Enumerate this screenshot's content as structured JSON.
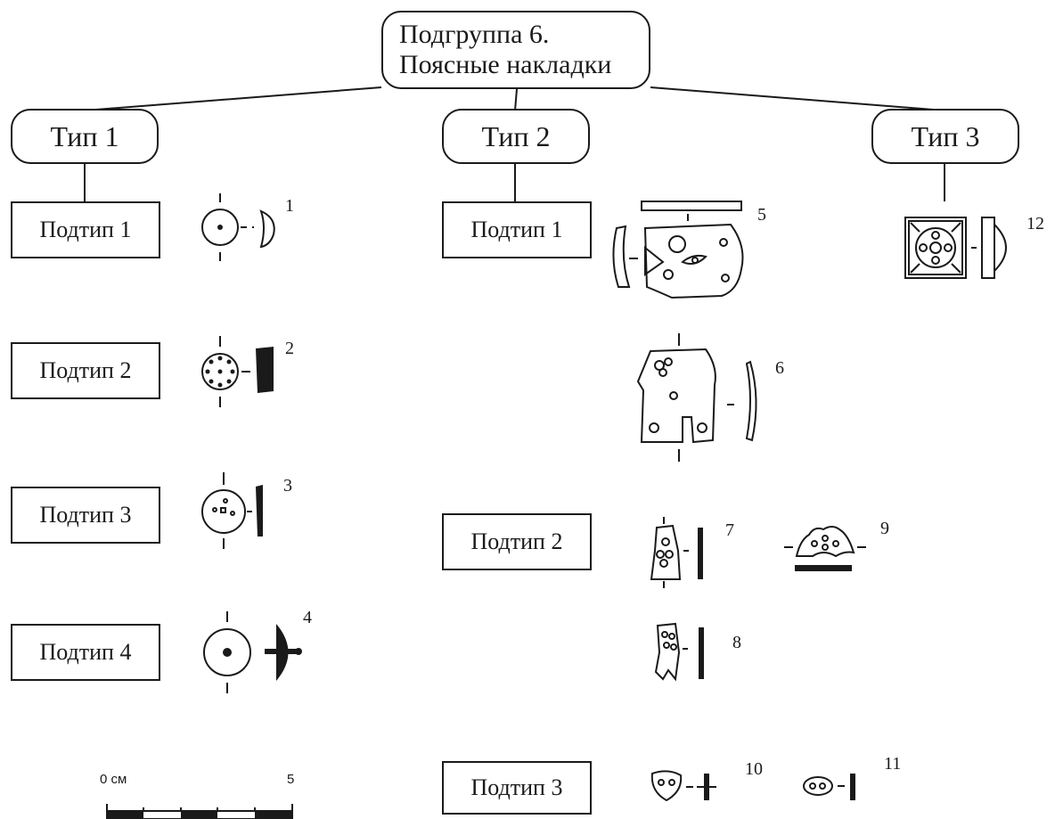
{
  "root": {
    "line1": "Подгруппа 6.",
    "line2": "Поясные накладки"
  },
  "types": [
    {
      "label": "Тип 1"
    },
    {
      "label": "Тип 2"
    },
    {
      "label": "Тип 3"
    }
  ],
  "type1_subtypes": [
    {
      "label": "Подтип 1"
    },
    {
      "label": "Подтип 2"
    },
    {
      "label": "Подтип 3"
    },
    {
      "label": "Подтип 4"
    }
  ],
  "type2_subtypes": [
    {
      "label": "Подтип 1"
    },
    {
      "label": "Подтип 2"
    },
    {
      "label": "Подтип 3"
    }
  ],
  "figure_numbers": [
    "1",
    "2",
    "3",
    "4",
    "5",
    "6",
    "7",
    "8",
    "9",
    "10",
    "11",
    "12"
  ],
  "scale": {
    "start": "0 см",
    "end": "5"
  }
}
